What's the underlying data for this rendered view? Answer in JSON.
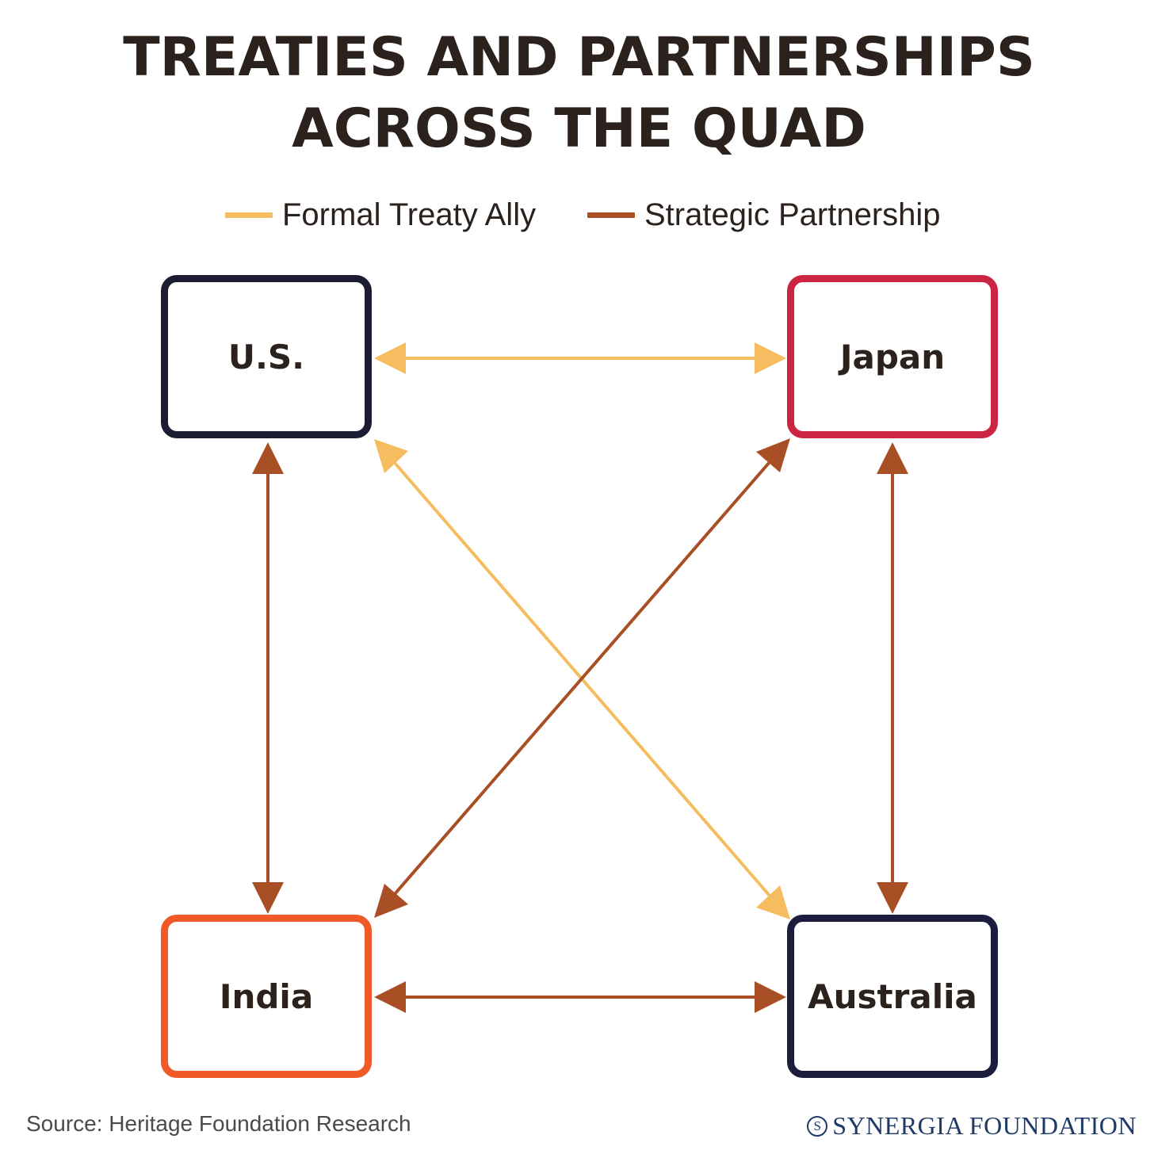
{
  "title": {
    "line1": "TREATIES AND PARTNERSHIPS",
    "line2": "ACROSS THE QUAD"
  },
  "legend": [
    {
      "label": "Formal Treaty Ally",
      "color": "#f5bd5f",
      "type": "treaty"
    },
    {
      "label": "Strategic Partnership",
      "color": "#a84f25",
      "type": "partnership"
    }
  ],
  "nodes": {
    "us": {
      "label": "U.S.",
      "border_color": "#1c1c33"
    },
    "japan": {
      "label": "Japan",
      "border_color": "#cc2541"
    },
    "india": {
      "label": "India",
      "border_color": "#f05a28"
    },
    "australia": {
      "label": "Australia",
      "border_color": "#1c1c3f"
    }
  },
  "edges": [
    {
      "from": "U.S.",
      "to": "Japan",
      "type": "treaty"
    },
    {
      "from": "U.S.",
      "to": "Australia",
      "type": "treaty"
    },
    {
      "from": "U.S.",
      "to": "India",
      "type": "partnership"
    },
    {
      "from": "Japan",
      "to": "India",
      "type": "partnership"
    },
    {
      "from": "Japan",
      "to": "Australia",
      "type": "partnership"
    },
    {
      "from": "India",
      "to": "Australia",
      "type": "partnership"
    }
  ],
  "footer": {
    "source": "Source: Heritage Foundation Research",
    "logo_mark": "S",
    "logo_text": "SYNERGIA FOUNDATION"
  }
}
